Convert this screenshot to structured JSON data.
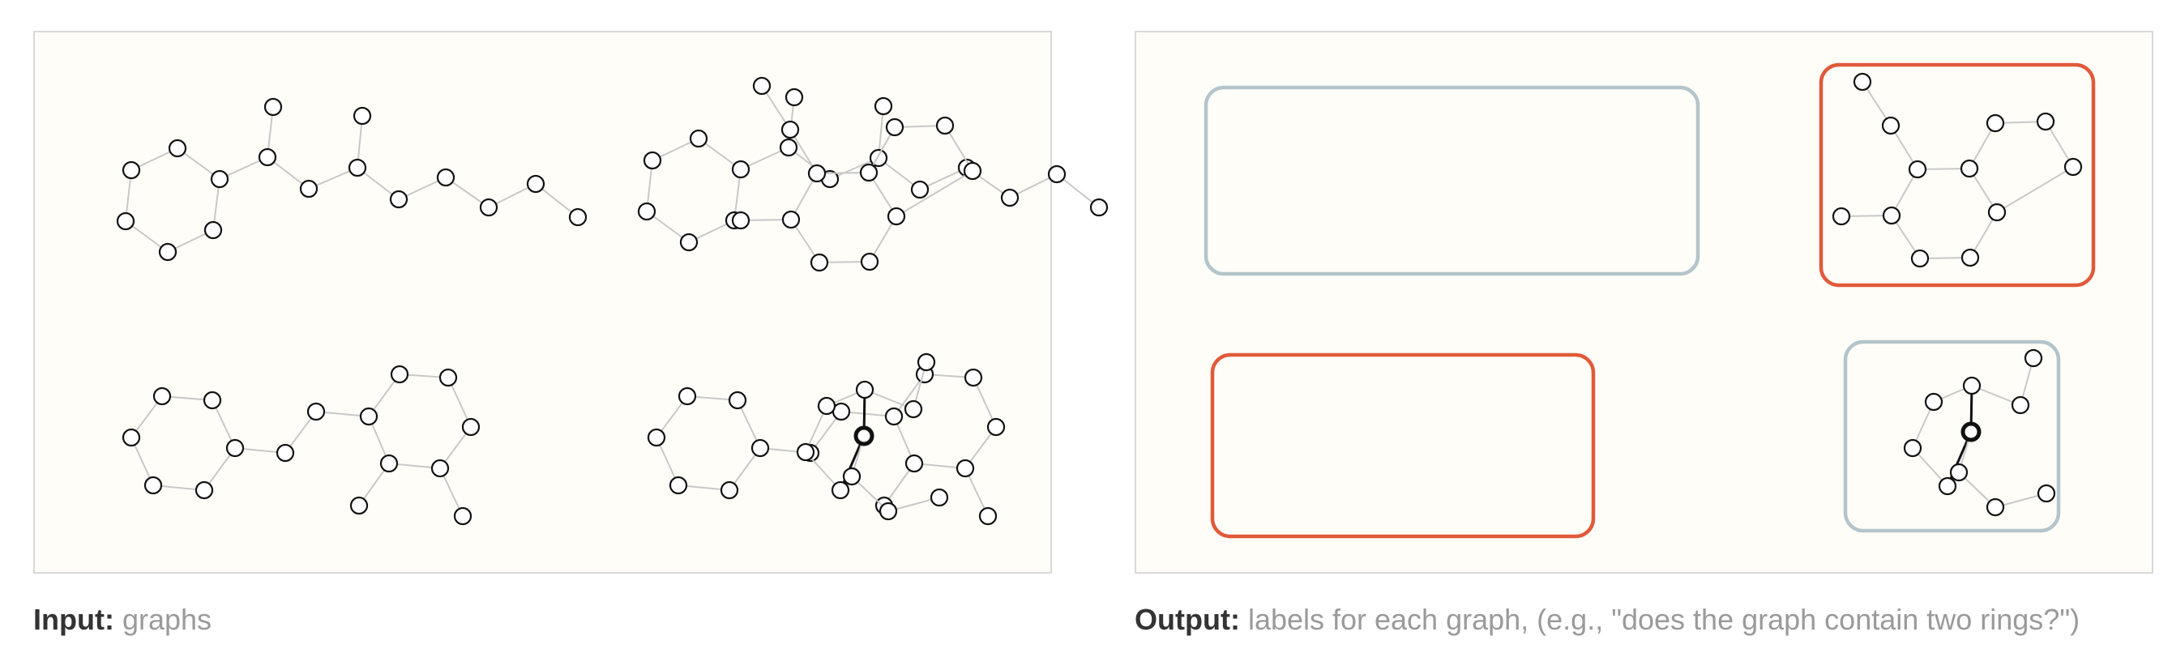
{
  "captions": {
    "input": {
      "head": "Input:",
      "text": " graphs"
    },
    "output": {
      "head": "Output:",
      "text": " labels for each graph, (e.g., \"does the graph contain two rings?\")"
    }
  },
  "colors": {
    "panel_background": "#fefdf8",
    "panel_border": "#d9d9d9",
    "edge": "#c8c8c8",
    "highlight_edge": "#111111",
    "node_fill": "#ffffff",
    "node_stroke": "#111111",
    "label_positive": "#e05a3a",
    "label_negative": "#b3c4cc"
  },
  "graphs": [
    {
      "id": "chain-with-one-ring",
      "label": "negative"
    },
    {
      "id": "fused-double-ring",
      "label": "positive"
    },
    {
      "id": "two-rings-linked",
      "label": "positive"
    },
    {
      "id": "ring-with-branches",
      "label": "negative",
      "highlighted_node": true
    }
  ]
}
